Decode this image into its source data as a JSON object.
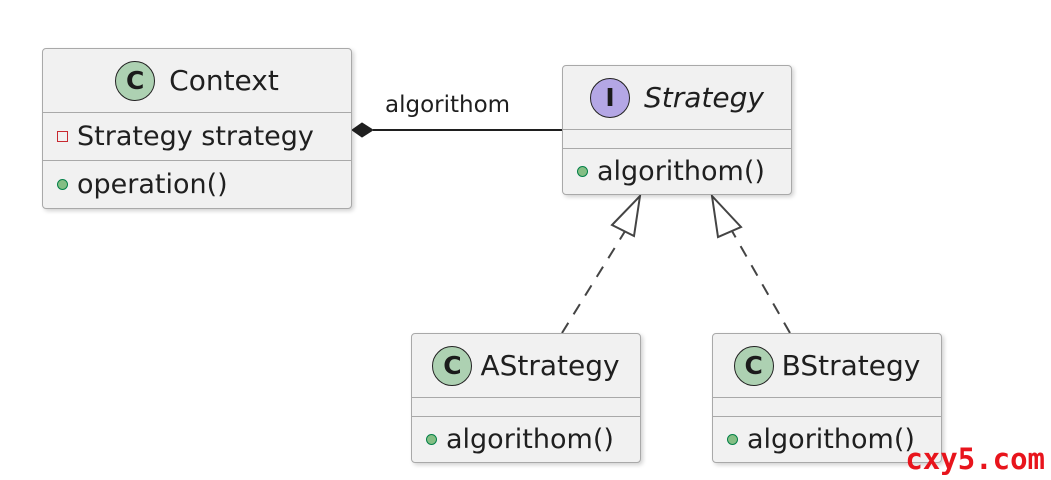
{
  "context": {
    "stereotype": "C",
    "name": "Context",
    "attribute": "Strategy strategy",
    "method": "operation()"
  },
  "strategy": {
    "stereotype": "I",
    "name": "Strategy",
    "method": "algorithom()"
  },
  "a_strategy": {
    "stereotype": "C",
    "name": "AStrategy",
    "method": "algorithom()"
  },
  "b_strategy": {
    "stereotype": "C",
    "name": "BStrategy",
    "method": "algorithom()"
  },
  "association": {
    "label": "algorithom",
    "type": "composition"
  },
  "realizations": [
    "AStrategy implements Strategy",
    "BStrategy implements Strategy"
  ],
  "colors": {
    "box_fill": "#f1f1f1",
    "box_border": "#a9a9a9",
    "class_badge": "#add1b2",
    "interface_badge": "#b4a7e5",
    "public_marker": "#84be84",
    "private_marker": "#c82930",
    "watermark": "#e8141c"
  },
  "watermark": "cxy5.com"
}
